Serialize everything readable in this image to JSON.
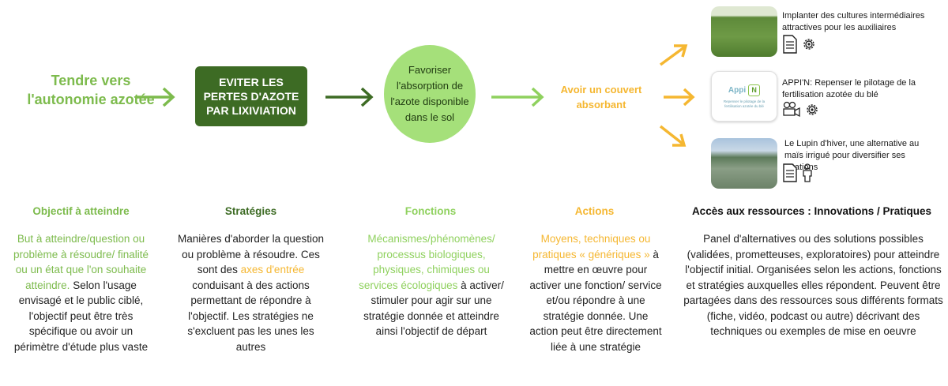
{
  "flow": {
    "goal": "Tendre vers l'autonomie azotée",
    "strategy": "EVITER LES PERTES D'AZOTE PAR LIXIVIATION",
    "function": "Favoriser l'absorption de l'azote disponible dans le sol",
    "action": "Avoir un couvert absorbant"
  },
  "colors": {
    "goal_green": "#7dbb4d",
    "strategy_dark_green": "#3d6b24",
    "function_light_green": "#a5e07a",
    "action_orange": "#f5b731"
  },
  "resources": [
    {
      "title": "Implanter des cultures intermédiaires attractives pour les auxiliaires",
      "icons": [
        "document-icon",
        "gear-icon"
      ]
    },
    {
      "title": "APPI'N: Repenser le pilotage de la fertilisation azotée du blé",
      "icons": [
        "video-camera-icon",
        "gear-icon"
      ],
      "logo": {
        "name": "Appi",
        "badge": "N",
        "subtitle": "Repenser le pilotage de la fertilisation azotée du blé"
      }
    },
    {
      "title": "Le Lupin d'hiver, une alternative au maïs irrigué pour diversifier ses rotations",
      "icons": [
        "document-icon",
        "person-icon"
      ]
    }
  ],
  "columns": {
    "objectif": {
      "heading": "Objectif à atteindre",
      "body_colored": "But à atteindre/question ou problème à résoudre/ finalité ou un état que l'on souhaite atteindre.",
      "body_rest": "Selon l'usage envisagé et le public ciblé, l'objectif peut être très spécifique ou avoir un périmètre d'étude plus vaste"
    },
    "strategies": {
      "heading": "Stratégies",
      "body_pre": "Manières d'aborder la question ou problème à résoudre. Ces sont des ",
      "body_colored": "axes d'entrée",
      "body_post": " conduisant à des actions permettant de répondre à l'objectif. Les stratégies ne s'excluent pas les unes les autres"
    },
    "fonctions": {
      "heading": "Fonctions",
      "body_colored": "Mécanismes/phénomènes/ processus biologiques, physiques, chimiques ou services écologiques",
      "body_rest": " à activer/ stimuler pour agir sur une stratégie donnée et atteindre ainsi l'objectif de départ"
    },
    "actions": {
      "heading": "Actions",
      "body_colored": "Moyens, techniques ou pratiques « génériques »",
      "body_rest": " à mettre en œuvre pour activer une fonction/ service et/ou répondre à une stratégie donnée. Une action peut être directement liée à une stratégie"
    },
    "ressources": {
      "heading": "Accès aux ressources : Innovations / Pratiques",
      "body": "Panel d'alternatives ou des solutions possibles (validées, prometteuses, exploratoires) pour atteindre l'objectif initial. Organisées selon les actions, fonctions et stratégies auxquelles elles répondent. Peuvent être partagées dans des ressources sous différents formats (fiche, vidéo, podcast ou autre) décrivant des techniques ou exemples de mise en oeuvre"
    }
  }
}
